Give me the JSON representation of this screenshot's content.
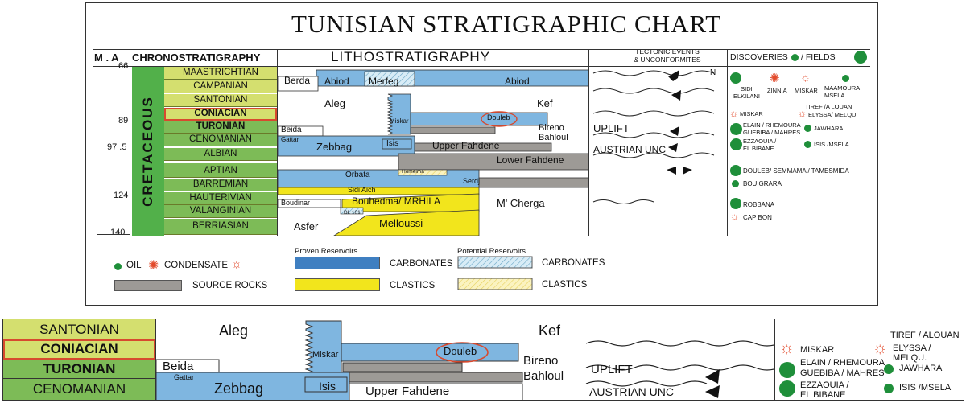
{
  "title": "TUNISIAN  STRATIGRAPHIC CHART",
  "headers": {
    "ma": "M . A",
    "chrono": "CHRONOSTRATIGRAPHY",
    "litho": "LITHOSTRATIGRAPHY",
    "tectonic": "TECTONIC EVENTS",
    "tectonic2": "& UNCONFORMITES",
    "discoveries": "DISCOVERIES",
    "fields": "/ FIELDS"
  },
  "period": "CRETACEOUS",
  "ma_ticks": [
    "66",
    "89",
    "97 .5",
    "124",
    "140"
  ],
  "stages": [
    "MAASTRICHTIAN",
    "CAMPANIAN",
    "SANTONIAN",
    "CONIACIAN",
    "TURONIAN",
    "CENOMANIAN",
    "ALBIAN",
    "APTIAN",
    "BARREMIAN",
    "HAUTERIVIAN",
    "VALANGINIAN",
    "BERRIASIAN"
  ],
  "formations": {
    "berda": "Berda",
    "abiod1": "Abiod",
    "merfeg": "Merfeg",
    "abiod2": "Abiod",
    "aleg": "Aleg",
    "kef": "Kef",
    "miskar": "Miskar",
    "douleb": "Douleb",
    "beida": "Beida",
    "bireno": "Bireno",
    "bahloul": "Bahloul",
    "gattar": "Gattar",
    "zebbag": "Zebbag",
    "isis": "Isis",
    "upper_fahdene": "Upper Fahdene",
    "lower_fahdene": "Lower Fahdene",
    "orbata": "Orbata",
    "homeima": "Homeima",
    "serdj": "Serdj",
    "sidi_aich": "Sidi  Aich",
    "boudinar": "Boudinar",
    "bouhedma": "Bouhedma/ MRHILA",
    "mcherga": "M' Cherga",
    "dl101": "DL 101",
    "asfer": "Asfer",
    "melloussi": "Melloussi"
  },
  "tectonic": {
    "n": "N",
    "uplift": "UPLIFT",
    "austrian": "AUSTRIAN UNC"
  },
  "fields": {
    "sidi_elkilani_1": "SIDI",
    "sidi_elkilani_2": "ELKILANI",
    "zinnia": "ZINNIA",
    "miskar_top": "MISKAR",
    "maamoura_1": "MAAMOURA",
    "maamoura_2": "MSELA",
    "miskar": "MISKAR",
    "tiref": "TIREF /A LOUAN",
    "elyssa": "ELYSSA/  MELQU",
    "elain": "ELAIN / RHEMOURA",
    "guebiba": "GUEBIBA / MAHRES",
    "jawhara": "JAWHARA",
    "ezzaouia": "EZZAOUIA /",
    "el_bibane": "EL BIBANE",
    "isis": "ISIS /MSELA",
    "douleb": "DOULEB/ SEMMAMA / TAMESMIDA",
    "bou_grara": "BOU GRARA",
    "robbana": "ROBBANA",
    "cap_bon": "CAP BON"
  },
  "legend": {
    "oil": "OIL",
    "condensate": "CONDENSATE",
    "source_rocks": "SOURCE ROCKS",
    "proven": "Proven Reservoirs",
    "potential": "Potential Reservoirs",
    "carbonates": "CARBONATES",
    "clastics": "CLASTICS",
    "carbonates2": "CARBONATES",
    "clastics2": "CLASTICS"
  },
  "zoom": {
    "stages": [
      "SANTONIAN",
      "CONIACIAN",
      "TURONIAN",
      "CENOMANIAN"
    ],
    "aleg": "Aleg",
    "kef": "Kef",
    "miskar": "Miskar",
    "douleb": "Douleb",
    "beida": "Beida",
    "bireno": "Bireno",
    "bahloul": "Bahloul",
    "gattar": "Gattar",
    "zebbag": "Zebbag",
    "isis": "Isis",
    "upper_fahdene": "Upper Fahdene",
    "uplift": "UPLIFT",
    "austrian": "AUSTRIAN UNC",
    "miskar_f": "MISKAR",
    "tiref": "TIREF / ALOUAN",
    "elyssa": "ELYSSA / MELQU.",
    "elain": "ELAIN / RHEMOURA",
    "guebiba": "GUEBIBA / MAHRES",
    "jawhara": "JAWHARA",
    "ezzaouia": "EZZAOUIA /",
    "el_bibane": "EL BIBANE",
    "isis_f": "ISIS  /MSELA"
  },
  "colors": {
    "carbonate": "#7fb6e0",
    "carbonate_dark": "#3f7fc1",
    "clastic": "#f2e51c",
    "source": "#9d9a96",
    "stage": "#d4df6f",
    "stage_dark": "#7dbb57",
    "cretaceous": "#52b04a",
    "oil": "#1f8f3a",
    "condensate": "#e2492a"
  }
}
